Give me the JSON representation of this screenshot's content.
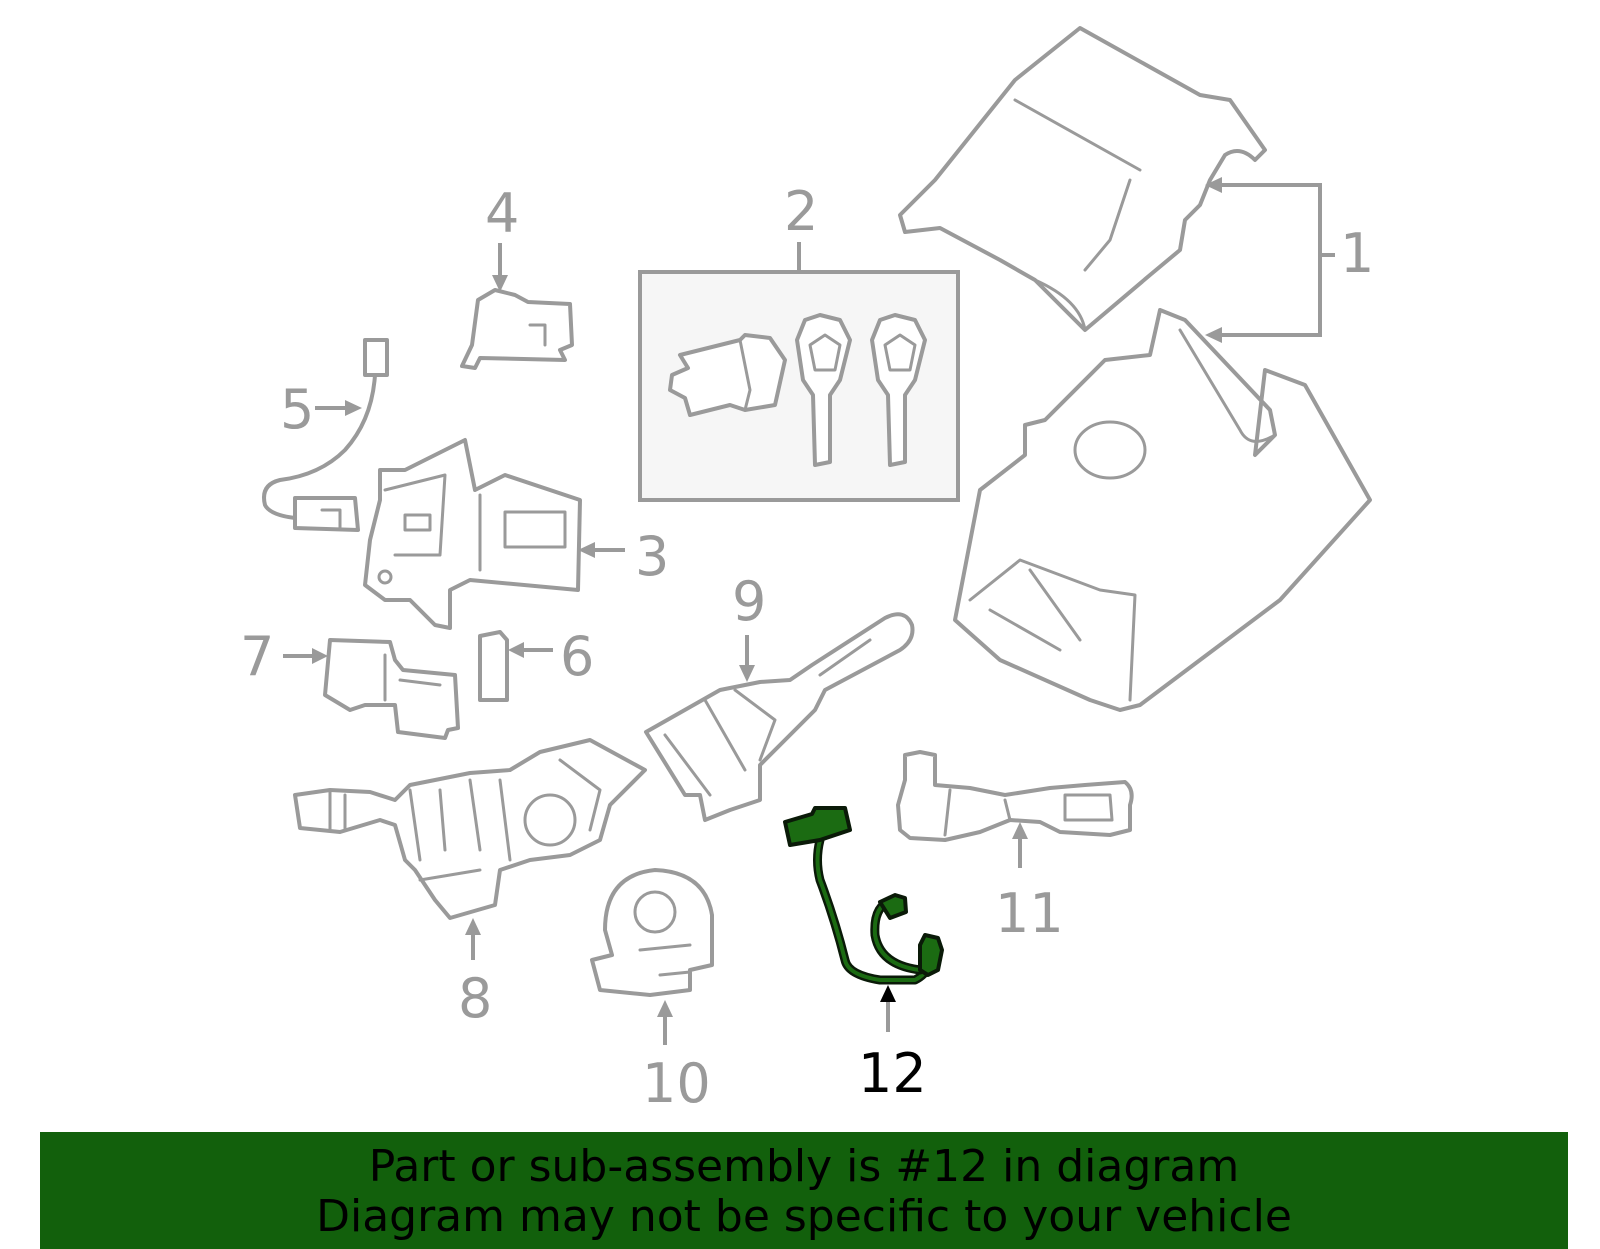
{
  "callouts": {
    "c1": "1",
    "c2": "2",
    "c3": "3",
    "c4": "4",
    "c5": "5",
    "c6": "6",
    "c7": "7",
    "c8": "8",
    "c9": "9",
    "c10": "10",
    "c11": "11",
    "c12": "12"
  },
  "highlighted_part": "12",
  "colors": {
    "line_art": "#9a9a9a",
    "highlight": "#1b6b12",
    "banner": "#12600c"
  },
  "banner": {
    "line1": "Part or sub-assembly is #12 in diagram",
    "line2": "Diagram may not be specific to your vehicle"
  }
}
